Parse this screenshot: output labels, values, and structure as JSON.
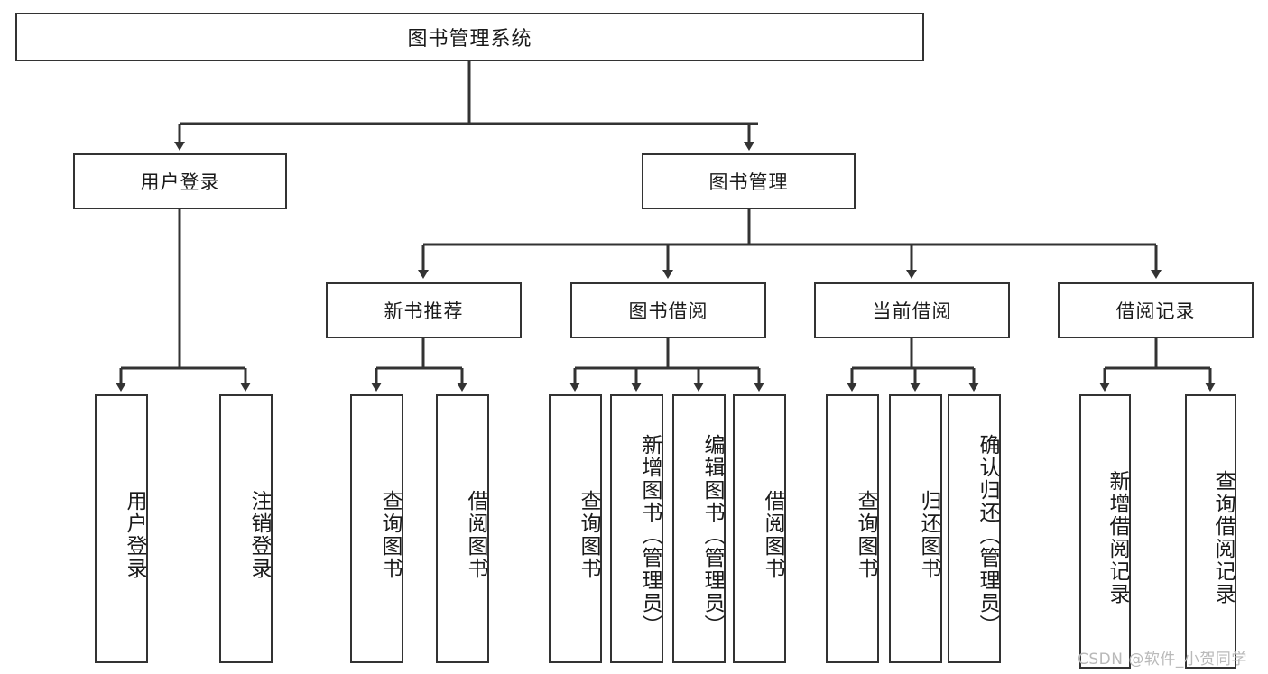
{
  "diagram": {
    "title": "图书管理系统",
    "type": "tree-hierarchy-chart",
    "watermark": "CSDN @软件_小贺同学",
    "colors": {
      "border": "#333333",
      "fill": "#ffffff",
      "text": "#1a1a1a",
      "edge": "#333333",
      "watermark": "#b9b9b9"
    },
    "levels": {
      "root": {
        "label": "图书管理系统"
      },
      "level2": [
        {
          "id": "user-login",
          "label": "用户登录"
        },
        {
          "id": "book-management",
          "label": "图书管理"
        }
      ],
      "level3": [
        {
          "id": "new-book-recommend",
          "label": "新书推荐",
          "parent": "book-management"
        },
        {
          "id": "book-borrow",
          "label": "图书借阅",
          "parent": "book-management"
        },
        {
          "id": "current-borrow",
          "label": "当前借阅",
          "parent": "book-management"
        },
        {
          "id": "borrow-record",
          "label": "借阅记录",
          "parent": "book-management"
        }
      ],
      "leaves": [
        {
          "id": "leaf-user-login",
          "label": "用户登录",
          "parent": "user-login"
        },
        {
          "id": "leaf-logout-login",
          "label": "注销登录",
          "parent": "user-login"
        },
        {
          "id": "leaf-query-book-1",
          "label": "查询图书",
          "parent": "new-book-recommend"
        },
        {
          "id": "leaf-borrow-book-1",
          "label": "借阅图书",
          "parent": "new-book-recommend"
        },
        {
          "id": "leaf-query-book-2",
          "label": "查询图书",
          "parent": "book-borrow"
        },
        {
          "id": "leaf-add-book",
          "label": "新增图书（管理员）",
          "parent": "book-borrow"
        },
        {
          "id": "leaf-edit-book",
          "label": "编辑图书（管理员）",
          "parent": "book-borrow"
        },
        {
          "id": "leaf-borrow-book-2",
          "label": "借阅图书",
          "parent": "book-borrow"
        },
        {
          "id": "leaf-query-book-3",
          "label": "查询图书",
          "parent": "current-borrow"
        },
        {
          "id": "leaf-return-book",
          "label": "归还图书",
          "parent": "current-borrow"
        },
        {
          "id": "leaf-confirm-return",
          "label": "确认归还（管理员）",
          "parent": "current-borrow"
        },
        {
          "id": "leaf-add-record",
          "label": "新增借阅记录",
          "parent": "borrow-record"
        },
        {
          "id": "leaf-query-record",
          "label": "查询借阅记录",
          "parent": "borrow-record"
        }
      ]
    }
  }
}
